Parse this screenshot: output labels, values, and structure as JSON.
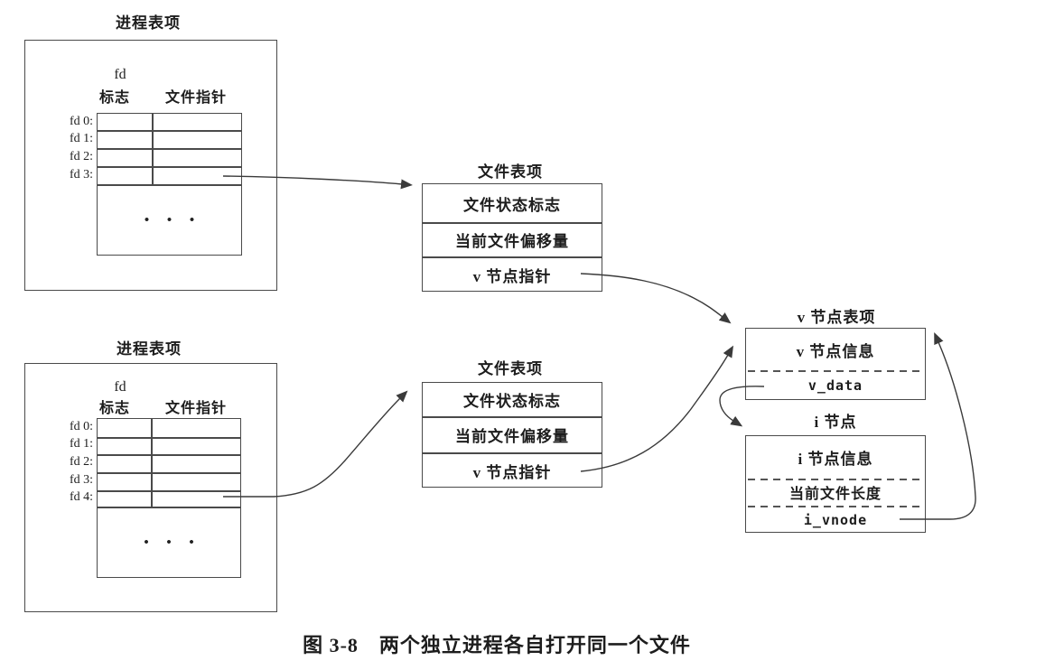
{
  "figure": {
    "caption": "图 3-8　两个独立进程各自打开同一个文件"
  },
  "colors": {
    "line": "#4a4a4a",
    "arrow": "#3a3a3a",
    "text": "#1d1d1d",
    "background": "#ffffff"
  },
  "process_table_top": {
    "title": "进程表项",
    "fd_label": "fd",
    "col_flags": "标志",
    "col_file_pointer": "文件指针",
    "rows": [
      "fd 0:",
      "fd 1:",
      "fd 2:",
      "fd 3:"
    ],
    "ellipsis": "• • •"
  },
  "process_table_bottom": {
    "title": "进程表项",
    "fd_label": "fd",
    "col_flags": "标志",
    "col_file_pointer": "文件指针",
    "rows": [
      "fd 0:",
      "fd 1:",
      "fd 2:",
      "fd 3:",
      "fd 4:"
    ],
    "ellipsis": "• • •"
  },
  "file_table_top": {
    "title": "文件表项",
    "rows": [
      "文件状态标志",
      "当前文件偏移量",
      "v 节点指针"
    ]
  },
  "file_table_bottom": {
    "title": "文件表项",
    "rows": [
      "文件状态标志",
      "当前文件偏移量",
      "v 节点指针"
    ]
  },
  "vnode_table": {
    "title": "v 节点表项",
    "rows": [
      "v 节点信息",
      "v_data"
    ]
  },
  "inode_table": {
    "title": "i 节点",
    "rows": [
      "i 节点信息",
      "当前文件长度",
      "i_vnode"
    ]
  },
  "arrows": [
    {
      "from": "process-table-top fd 3:",
      "to": "file-table-top"
    },
    {
      "from": "process-table-bottom fd 4:",
      "to": "file-table-bottom"
    },
    {
      "from": "file-table-top v 节点指针",
      "to": "vnode-table"
    },
    {
      "from": "file-table-bottom v 节点指针",
      "to": "vnode-table"
    },
    {
      "from": "vnode-table v_data",
      "to": "inode-table"
    },
    {
      "from": "inode-table i_vnode",
      "to": "vnode-table"
    }
  ]
}
